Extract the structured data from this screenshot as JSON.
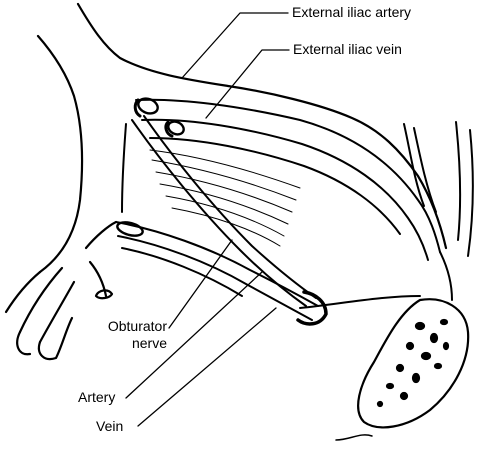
{
  "labels": {
    "external_iliac_artery": "External iliac artery",
    "external_iliac_vein": "External iliac vein",
    "obturator_nerve_line1": "Obturator",
    "obturator_nerve_line2": "nerve",
    "artery": "Artery",
    "vein": "Vein"
  },
  "colors": {
    "ink": "#000000",
    "paper": "#ffffff"
  }
}
